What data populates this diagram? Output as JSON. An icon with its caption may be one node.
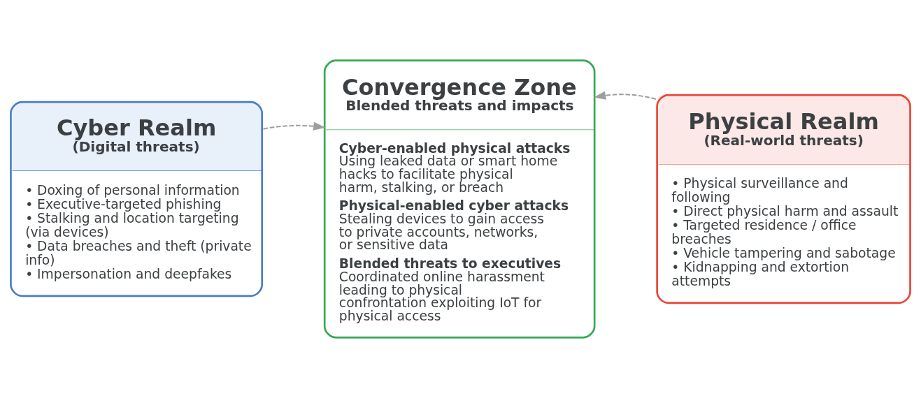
{
  "diagram": {
    "nodes": [
      {
        "text": [
          "Cyber Realm",
          "(Digital threats)",
          "• Doxing of personal information",
          "• Executive-targeted phishing",
          "• Stalking and location targeting (via devices)",
          "• Data breaches and theft (private info)",
          "• Impersonation and deepfakes"
        ]
      },
      {
        "text": [
          "Convergence Zone",
          "Blended threats and impacts",
          "Cyber-enabled physical attacks",
          "Using leaked data or smart home hacks to facilitate physical harm, stalking, or breach",
          "Physical-enabled cyber attacks",
          "Stealing devices to gain access to private accounts, networks, or sensitive data",
          "Blended threats to executives",
          "Coordinated online harassment leading to physical confrontation exploiting IoT for physical access"
        ]
      },
      {
        "text": [
          "Physical Realm",
          "(Real-world threats)",
          "• Physical surveillance and following",
          "• Direct physical harm and assault",
          "• Targeted residence / office breaches",
          "• Vehicle tampering and sabotage",
          "• Kidnapping and extortion attempts"
        ]
      }
    ],
    "edges": [
      {
        "from": 0,
        "to": 1,
        "arrow": "to",
        "style": "dashed"
      },
      {
        "from": 2,
        "to": 1,
        "arrow": "to",
        "style": "dashed"
      }
    ]
  }
}
